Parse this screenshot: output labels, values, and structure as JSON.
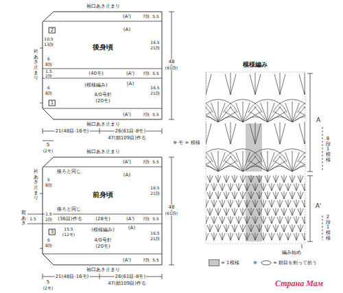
{
  "diagram": {
    "nodes": [
      {
        "text": [
          "後身頃"
        ]
      },
      {
        "text": [
          "前身頃"
        ]
      },
      {
        "text": [
          "模様編み"
        ]
      }
    ],
    "labels": [
      "袖口あき止まり",
      "(A')",
      "7段",
      "5.5",
      "2",
      "10.5",
      "13段",
      "(A)",
      "16.5",
      "21段",
      "衿あき止まり",
      "6",
      "8段",
      "(A')",
      "(40モ)",
      "7段",
      "5.5",
      "1.5",
      "2段",
      "(模様編み)",
      "(A)",
      "6",
      "8段",
      "4/0号針",
      "(20モ)",
      "16.5",
      "21段",
      "1",
      "(A')",
      "7段",
      "5.5",
      "袖口あき止まり",
      "21(48目-16モ)",
      "26(61目-8モ)",
      "47(鎖109目)作る",
      "48",
      "(61段)",
      "5",
      "(2モ)",
      "※ モ = 模様",
      "袖口あき止まり",
      "(A')",
      "7段",
      "5.5",
      "衿あき止まり",
      "後ろと同じ",
      "5",
      "8段",
      "(A)",
      "16.5",
      "21段",
      "後ろと同じ",
      "1.5",
      "2段",
      "前あき",
      "1.5",
      "(36目)作る",
      "(28モ)",
      "(A')",
      "7段",
      "5.5",
      "3",
      "15.5",
      "(12モ)",
      "(模様編み)",
      "(A)",
      "6",
      "8段",
      "4/0号針",
      "(20モ)",
      "16.5",
      "21段",
      "(A')",
      "7段",
      "5.5",
      "袖口あき止まり",
      "21(48目-16モ)",
      "26(61目-8モ)",
      "47(鎖109目)作る",
      "48",
      "(61段)",
      "5",
      "(2モ)",
      "A",
      "8段1模様",
      "A'",
      "2段1模様",
      "編み始め",
      "※",
      "Страна Мам"
    ],
    "legend": [
      {
        "text": "= 1模様",
        "color": "#c8c8c8"
      },
      {
        "text": "= 鎖目を割って拾う"
      }
    ]
  }
}
